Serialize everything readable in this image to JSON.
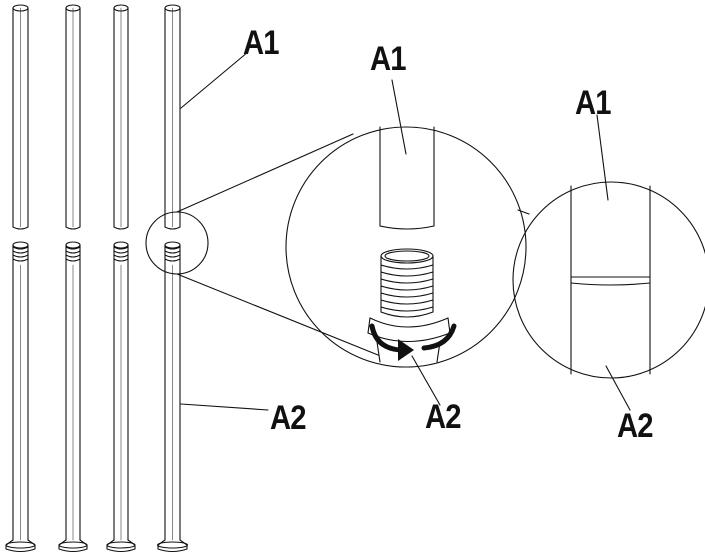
{
  "labels": {
    "main": {
      "top": "A1",
      "bottom": "A2"
    },
    "zoom_thread": {
      "top": "A1",
      "bottom": "A2"
    },
    "zoom_joined": {
      "top": "A1",
      "bottom": "A2"
    }
  },
  "parts": {
    "upper_tube_count": 4,
    "lower_tube_count": 4
  },
  "colors": {
    "line": "#111111",
    "background": "#ffffff",
    "arrow": "#111111"
  },
  "icons": {
    "rotation": "rotate-clockwise-arrow-icon"
  }
}
